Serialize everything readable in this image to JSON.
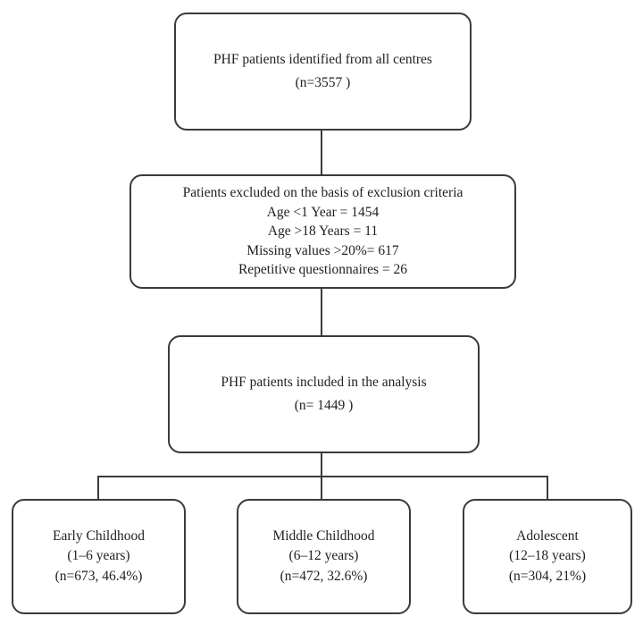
{
  "colors": {
    "border": "#3b3b3b",
    "text": "#1f1f1f",
    "background": "#ffffff"
  },
  "flowchart": {
    "boxes": [
      {
        "name": "identified",
        "lines": [
          "PHF patients identified from all centres",
          "(n=3557 )"
        ]
      },
      {
        "name": "excluded",
        "lines": [
          "Patients excluded on the basis of exclusion criteria",
          "Age <1 Year = 1454",
          "Age >18 Years = 11",
          "Missing values >20%= 617",
          "Repetitive questionnaires = 26"
        ]
      },
      {
        "name": "included",
        "lines": [
          "PHF patients included in the analysis",
          "(n= 1449 )"
        ]
      },
      {
        "name": "early-childhood",
        "lines": [
          "Early Childhood",
          "(1–6 years)",
          "(n=673, 46.4%)"
        ]
      },
      {
        "name": "middle-childhood",
        "lines": [
          "Middle Childhood",
          "(6–12 years)",
          "(n=472, 32.6%)"
        ]
      },
      {
        "name": "adolescent",
        "lines": [
          "Adolescent",
          "(12–18 years)",
          "(n=304, 21%)"
        ]
      }
    ]
  }
}
